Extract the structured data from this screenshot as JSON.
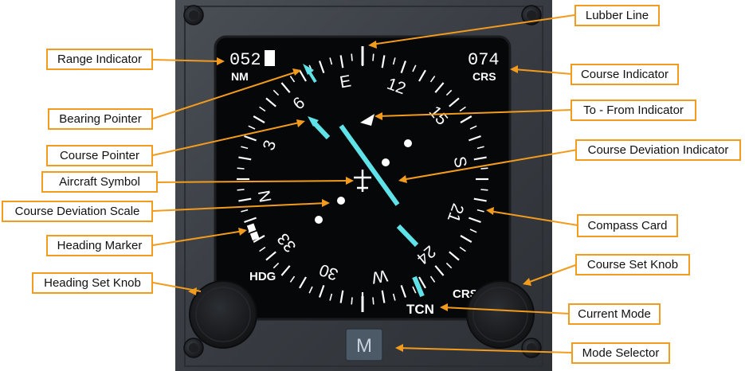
{
  "instrument": {
    "range_value": "052",
    "range_unit": "NM",
    "course_value": "074",
    "course_unit": "CRS",
    "heading_set_label": "HDG",
    "course_set_label": "CRS",
    "mode_label": "TCN",
    "mode_button_label": "M",
    "compass_labels": [
      "N",
      "3",
      "6",
      "E",
      "12",
      "15",
      "S",
      "21",
      "24",
      "W",
      "30",
      "33"
    ]
  },
  "callouts": {
    "range_indicator": "Range Indicator",
    "bearing_pointer": "Bearing Pointer",
    "course_pointer": "Course Pointer",
    "aircraft_symbol": "Aircraft Symbol",
    "course_deviation_scale": "Course Deviation Scale",
    "heading_marker": "Heading Marker",
    "heading_set_knob": "Heading Set Knob",
    "lubber_line": "Lubber Line",
    "course_indicator": "Course Indicator",
    "to_from_indicator": "To - From Indicator",
    "course_deviation_indicator": "Course Deviation Indicator",
    "compass_card": "Compass Card",
    "course_set_knob": "Course Set Knob",
    "current_mode": "Current Mode",
    "mode_selector": "Mode Selector"
  },
  "colors": {
    "callout_orange": "#f29b1d",
    "pointer_cyan": "#5fe3e8",
    "bezel_gray": "#3a3e44",
    "display_black": "#060708"
  }
}
